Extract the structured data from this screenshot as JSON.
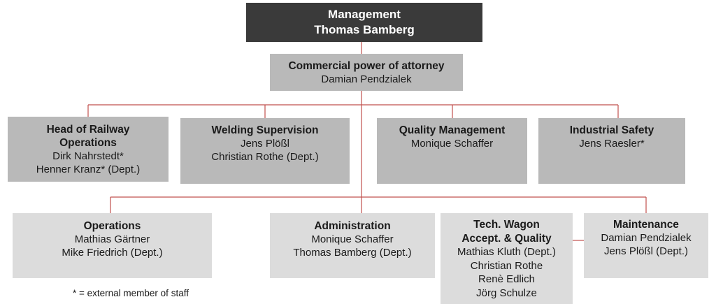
{
  "colors": {
    "connector": "#c0504d",
    "management_bg": "#3a3a3a",
    "level1_bg": "#b9b9b9",
    "level2_bg": "#dcdcdc"
  },
  "management": {
    "title": "Management",
    "name": "Thomas Bamberg"
  },
  "commercial": {
    "title": "Commercial power of attorney",
    "name": "Damian Pendzialek"
  },
  "row1": [
    {
      "title_lines": [
        "Head of Railway",
        "Operations"
      ],
      "lines": [
        "Dirk Nahrstedt*",
        "Henner Kranz* (Dept.)"
      ]
    },
    {
      "title_lines": [
        "Welding Supervision"
      ],
      "lines": [
        "Jens Plößl",
        "Christian Rothe (Dept.)"
      ]
    },
    {
      "title_lines": [
        "Quality Management"
      ],
      "lines": [
        "Monique Schaffer"
      ]
    },
    {
      "title_lines": [
        "Industrial Safety"
      ],
      "lines": [
        "Jens Raesler*"
      ]
    }
  ],
  "row2": [
    {
      "title_lines": [
        "Operations"
      ],
      "lines": [
        "Mathias Gärtner",
        "Mike Friedrich (Dept.)"
      ]
    },
    {
      "title_lines": [
        "Administration"
      ],
      "lines": [
        "Monique Schaffer",
        "Thomas Bamberg (Dept.)"
      ]
    },
    {
      "title_lines": [
        "Tech. Wagon",
        "Accept. & Quality"
      ],
      "lines": [
        "Mathias Kluth (Dept.)",
        "Christian Rothe",
        "Renè Edlich",
        "Jörg Schulze"
      ]
    },
    {
      "title_lines": [
        "Maintenance"
      ],
      "lines": [
        "Damian Pendzialek",
        "Jens Plößl (Dept.)"
      ]
    }
  ],
  "footnote": "* = external member of staff"
}
